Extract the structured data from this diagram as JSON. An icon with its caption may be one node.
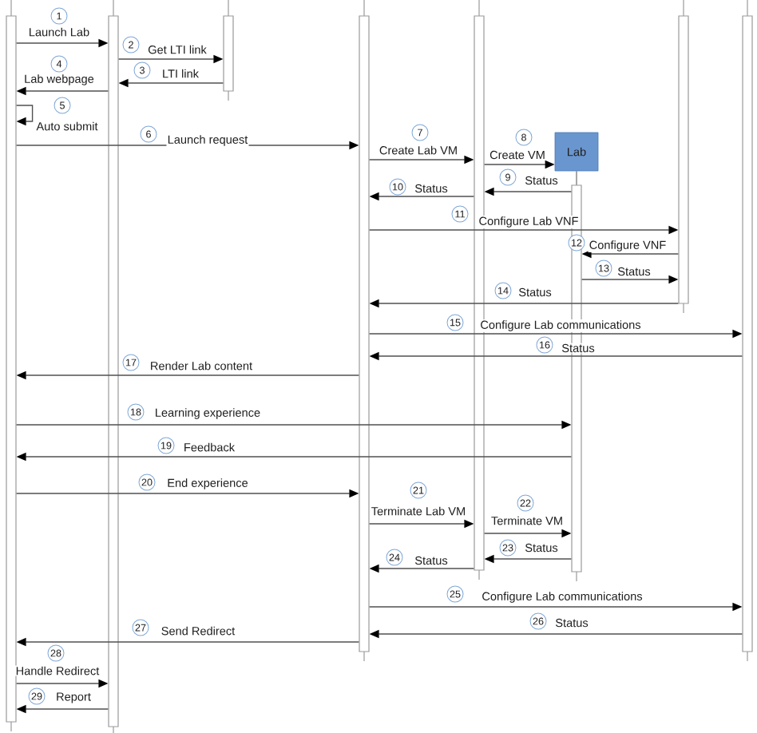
{
  "diagram": {
    "nodes": [
      {
        "text": [],
        "shape": "bar"
      },
      {
        "text": [],
        "shape": "bar"
      },
      {
        "text": [],
        "shape": "bar"
      },
      {
        "text": [],
        "shape": "bar"
      },
      {
        "text": [],
        "shape": "bar"
      },
      {
        "text": [
          "Lab"
        ]
      },
      {
        "text": [],
        "shape": "bar"
      },
      {
        "text": [],
        "shape": "bar"
      },
      {
        "text": [],
        "shape": "bar"
      }
    ],
    "edges": [
      {
        "from": 0,
        "to": 1,
        "arrow": "to",
        "label": "Launch Lab"
      },
      {
        "from": 1,
        "to": 2,
        "arrow": "to",
        "label": "Get LTI link"
      },
      {
        "from": 2,
        "to": 1,
        "arrow": "to",
        "label": "LTI link"
      },
      {
        "from": 1,
        "to": 0,
        "arrow": "to",
        "label": "Lab webpage"
      },
      {
        "from": 0,
        "to": 0,
        "arrow": "to",
        "label": "Auto submit"
      },
      {
        "from": 0,
        "to": 3,
        "arrow": "to",
        "label": "Launch request"
      },
      {
        "from": 3,
        "to": 4,
        "arrow": "to",
        "label": "Create Lab VM"
      },
      {
        "from": 4,
        "to": 5,
        "arrow": "to",
        "label": "Create VM"
      },
      {
        "from": 6,
        "to": 4,
        "arrow": "to",
        "label": "Status"
      },
      {
        "from": 4,
        "to": 3,
        "arrow": "to",
        "label": "Status"
      },
      {
        "from": 3,
        "to": 7,
        "arrow": "to",
        "label": "Configure Lab VNF"
      },
      {
        "from": 7,
        "to": 6,
        "arrow": "to",
        "label": "Configure VNF"
      },
      {
        "from": 6,
        "to": 7,
        "arrow": "to",
        "label": "Status"
      },
      {
        "from": 7,
        "to": 3,
        "arrow": "to",
        "label": "Status"
      },
      {
        "from": 3,
        "to": 8,
        "arrow": "to",
        "label": "Configure Lab communications"
      },
      {
        "from": 8,
        "to": 3,
        "arrow": "to",
        "label": "Status"
      },
      {
        "from": 3,
        "to": 0,
        "arrow": "to",
        "label": "Render Lab content"
      },
      {
        "from": 0,
        "to": 6,
        "arrow": "to",
        "label": "Learning experience"
      },
      {
        "from": 6,
        "to": 0,
        "arrow": "to",
        "label": "Feedback"
      },
      {
        "from": 0,
        "to": 3,
        "arrow": "to",
        "label": "End experience"
      },
      {
        "from": 3,
        "to": 4,
        "arrow": "to",
        "label": "Terminate Lab VM"
      },
      {
        "from": 4,
        "to": 6,
        "arrow": "to",
        "label": "Terminate VM"
      },
      {
        "from": 6,
        "to": 4,
        "arrow": "to",
        "label": "Status"
      },
      {
        "from": 4,
        "to": 3,
        "arrow": "to",
        "label": "Status"
      },
      {
        "from": 3,
        "to": 8,
        "arrow": "to",
        "label": "Configure Lab communications"
      },
      {
        "from": 8,
        "to": 3,
        "arrow": "to",
        "label": "Status"
      },
      {
        "from": 3,
        "to": 0,
        "arrow": "to",
        "label": "Send Redirect"
      },
      {
        "from": 0,
        "to": 1,
        "arrow": "to",
        "label": "Handle Redirect"
      },
      {
        "from": 1,
        "to": 0,
        "arrow": "to",
        "label": "Report"
      },
      {
        "from": 5,
        "to": 6,
        "arrow": "none"
      }
    ],
    "labels": [
      "1",
      "2",
      "3",
      "4",
      "5",
      "6",
      "7",
      "8",
      "9",
      "10",
      "11",
      "12",
      "13",
      "14",
      "15",
      "16",
      "17",
      "18",
      "19",
      "20",
      "21",
      "22",
      "23",
      "24",
      "25",
      "26",
      "27",
      "28",
      "29"
    ]
  }
}
